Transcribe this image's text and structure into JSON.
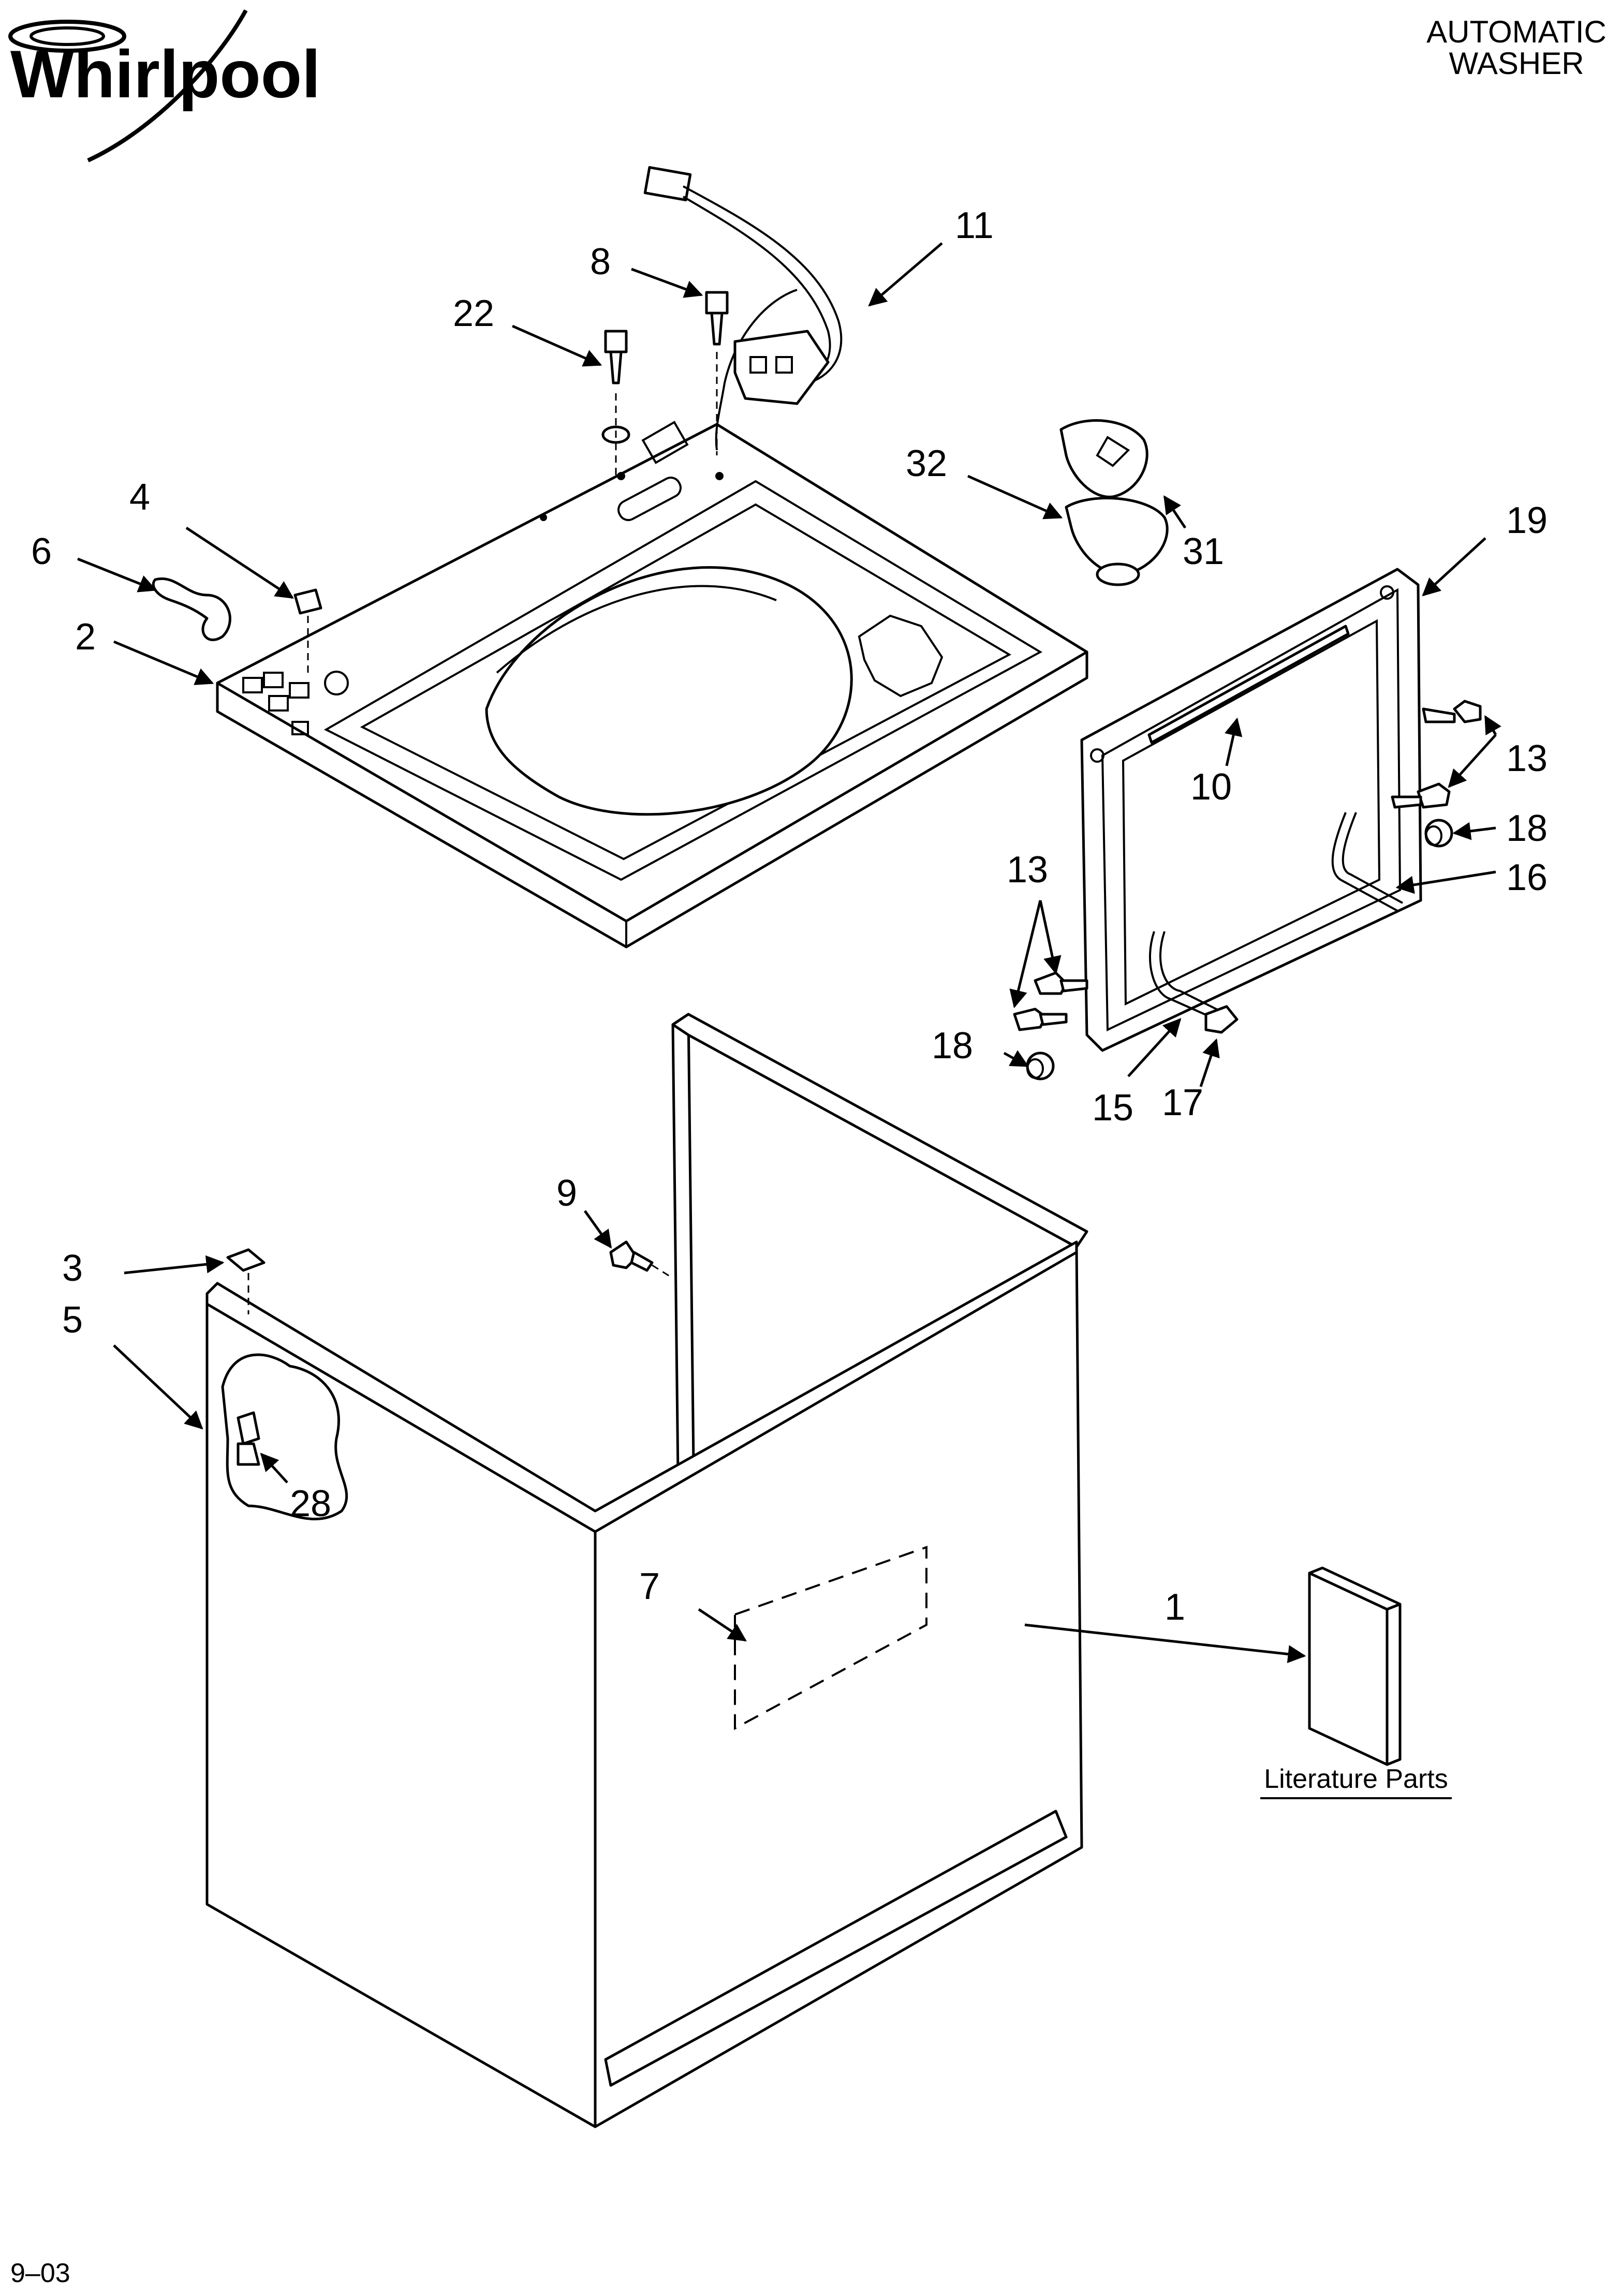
{
  "brand": {
    "name": "Whirlpool",
    "color": "#000000"
  },
  "header": {
    "title_line1": "AUTOMATIC",
    "title_line2": "WASHER"
  },
  "footer": {
    "date_code": "9–03"
  },
  "literature": {
    "label": "Literature Parts"
  },
  "callouts": [
    {
      "id": "1",
      "text": "1"
    },
    {
      "id": "2",
      "text": "2"
    },
    {
      "id": "3",
      "text": "3"
    },
    {
      "id": "4",
      "text": "4"
    },
    {
      "id": "5",
      "text": "5"
    },
    {
      "id": "6",
      "text": "6"
    },
    {
      "id": "7",
      "text": "7"
    },
    {
      "id": "8",
      "text": "8"
    },
    {
      "id": "9",
      "text": "9"
    },
    {
      "id": "10",
      "text": "10"
    },
    {
      "id": "11",
      "text": "11"
    },
    {
      "id": "13a",
      "text": "13"
    },
    {
      "id": "13b",
      "text": "13"
    },
    {
      "id": "15",
      "text": "15"
    },
    {
      "id": "16",
      "text": "16"
    },
    {
      "id": "17",
      "text": "17"
    },
    {
      "id": "18a",
      "text": "18"
    },
    {
      "id": "18b",
      "text": "18"
    },
    {
      "id": "19",
      "text": "19"
    },
    {
      "id": "22",
      "text": "22"
    },
    {
      "id": "28",
      "text": "28"
    },
    {
      "id": "31",
      "text": "31"
    },
    {
      "id": "32",
      "text": "32"
    }
  ],
  "icons": [
    "whirlpool-logo",
    "arrow-icon"
  ]
}
